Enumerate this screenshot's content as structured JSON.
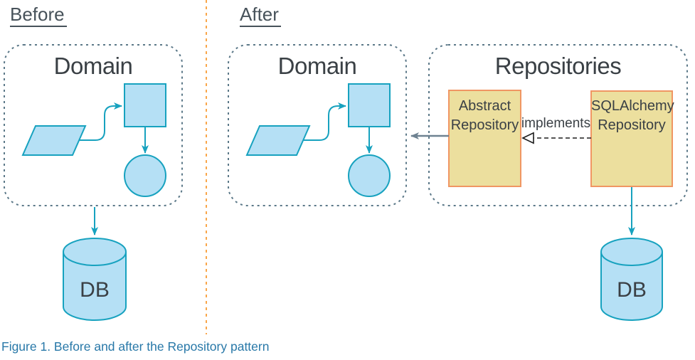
{
  "colors": {
    "teal": "#17a2bf",
    "blue-fill": "#b5e0f5",
    "dash-border": "#5b7888",
    "divider-orange": "#f9a64a",
    "tan-fill": "#ecdf9e",
    "tan-border": "#f09663",
    "gray-arrow": "#6e8291",
    "impl-dark": "#1d1d1d",
    "caption-blue": "#2878a8",
    "text-dark": "#3a4045",
    "label-dark": "#47525a"
  },
  "labels": {
    "before": "Before",
    "after": "After"
  },
  "before_section": {
    "domain_title": "Domain",
    "db_label": "DB"
  },
  "after_section": {
    "domain_title": "Domain",
    "repositories_title": "Repositories",
    "abstract_repository": {
      "line1": "Abstract",
      "line2": "Repository"
    },
    "sqlalchemy_repository": {
      "line1": "SQLAlchemy",
      "line2": "Repository"
    },
    "implements_label": "implements",
    "db_label": "DB"
  },
  "caption": "Figure 1. Before and after the Repository pattern"
}
